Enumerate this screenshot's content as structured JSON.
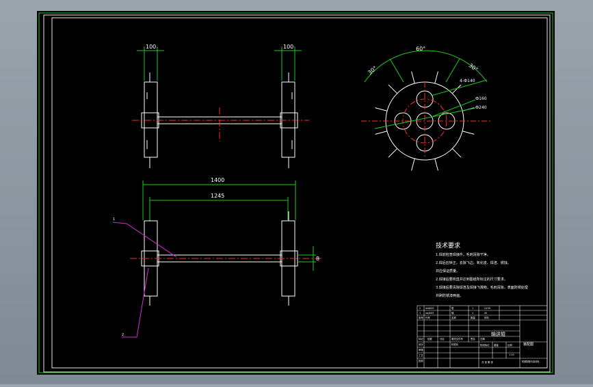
{
  "drawing": {
    "dims": {
      "top_left": "100",
      "top_right": "100",
      "overall": "1400",
      "inner": "1245",
      "shaft": "8",
      "angle_top": "60°",
      "angle_left": "30°",
      "angle_right": "30°",
      "holes": "4-Ф140",
      "dia_center": "Ф160",
      "dia_pitch": "Ф240"
    },
    "leaders": {
      "upper": "1",
      "lower": "2"
    },
    "tech": {
      "title": "技术要求",
      "lines": [
        "1.焊前检查焊接件，毛刺清除干净。",
        "2.焊后应矫正，去除飞边、氧化皮、焊渣、锈蚀。",
        "  并应保证质量。",
        "2.焊接后要校直并达到图纸所标注的尺寸要求。",
        "3.焊接后要清除焊渣及焊接飞溅物，毛刺清除，表面防锈处理",
        "  并刷防锈漆两遍。"
      ]
    },
    "title_block": {
      "name": "输送辊",
      "label": "装配图",
      "school": "机械制造与自动化",
      "row1": [
        "2",
        "dsd005",
        "辊",
        "1",
        "Q235"
      ],
      "row2": [
        "1",
        "ssd003",
        "轴",
        "1",
        "45"
      ],
      "header": [
        "序号",
        "代号",
        "名称",
        "数量",
        "材料"
      ],
      "cells": [
        "标记",
        "处数",
        "分区",
        "更改文件号",
        "签名",
        "日期",
        "设计",
        "标准化",
        "审核",
        "工艺",
        "批准",
        "阶段标记",
        "重量",
        "比例",
        "共  张  第  张"
      ],
      "scale": "1:10"
    }
  }
}
